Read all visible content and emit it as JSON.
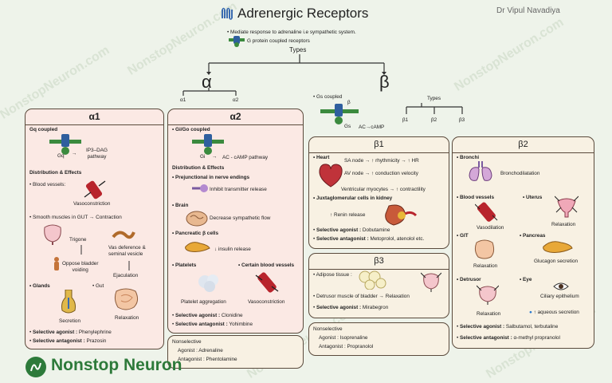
{
  "title": "Adrenergic Receptors",
  "author": "Dr Vipul Navadiya",
  "watermark": "NonstopNeuron.com",
  "brand": "Nonstop Neuron",
  "intro": [
    "Mediate response to adrenaline i.e sympathetic system.",
    "G protein coupled receptors"
  ],
  "types_label": "Types",
  "alpha": {
    "symbol": "α",
    "subtypes": [
      "α1",
      "α2"
    ]
  },
  "beta": {
    "symbol": "β",
    "coupling": "Gs coupled",
    "g_label": "Gs",
    "pathway": "AC→cAMP",
    "receptor_label": "β",
    "types_label": "Types",
    "subtypes": [
      "β1",
      "β2",
      "β3"
    ]
  },
  "alpha1": {
    "title": "α1",
    "coupling": "Gq coupled",
    "g_label": "Gq",
    "pathway": "IP3–DAG\npathway",
    "dist_heading": "Distribution & Effects",
    "blood_vessels": "Blood vessels:",
    "vasoconstriction": "Vasoconstriction",
    "smooth_muscle": "Smooth muscles in GUT",
    "contraction": "Contraction",
    "trigone": "Trigone",
    "vas_deferens": "Vas deference &\nseminal vesicle",
    "oppose_voiding": "Oppose bladder\nvoiding",
    "ejaculation": "Ejaculation",
    "glands": "Glands",
    "gut": "Gut",
    "secretion": "Secretion",
    "relaxation": "Relaxation",
    "agonist_label": "Selective agonist :",
    "agonist": "Phenylephrine",
    "antagonist_label": "Selective antagonist :",
    "antagonist": "Prazosin"
  },
  "alpha2": {
    "title": "α2",
    "coupling": "Gi/Go coupled",
    "g_label": "Gi",
    "pathway": "AC - cAMP pathway",
    "dist_heading": "Distribution & Effects",
    "prejunctional": "Prejunctional in nerve endings",
    "inhibit_release": "Inhibit transmitter release",
    "brain": "Brain",
    "decrease_flow": "Decrease sympathetic flow",
    "pancreatic": "Pancreatic β cells",
    "insulin": "↓ insulin release",
    "platelets": "Platelets",
    "certain_vessels": "Certain blood vessels",
    "platelet_aggregation": "Platelet aggregation",
    "vasoconstriction": "Vasoconstriction",
    "agonist_label": "Selective agonist :",
    "agonist": "Clonidine",
    "antagonist_label": "Selective antagonist :",
    "antagonist": "Yohimbine"
  },
  "nonselective_alpha": {
    "heading": "Nonselective",
    "agonist": "Agonist : Adrenaline",
    "antagonist": "Antagonist : Phentolamine"
  },
  "beta1": {
    "title": "β1",
    "heart": "Heart",
    "sa_node": "SA node → ↑ rhythmicity → ↑ HR",
    "av_node": "AV node → ↑ conduction velocity",
    "ventricular": "Ventricular myocytes → ↑ contractility",
    "juxta": "Juxtaglomerular cells in kidney",
    "renin": "↑ Renin release",
    "agonist_label": "Selective agonist :",
    "agonist": "Dobutamine",
    "antagonist_label": "Selective antagonist :",
    "antagonist": "Metoprolol, atenolol etc."
  },
  "beta3": {
    "title": "β3",
    "adipose": "Adipose tissue :",
    "detrusor": "Detrusor muscle of bladder",
    "relaxation": "Relaxation",
    "agonist_label": "Selective agonist :",
    "agonist": "Mirabegron"
  },
  "nonselective_beta": {
    "heading": "Nonselective",
    "agonist": "Agonist : Isoprenaline",
    "antagonist": "Antagonist : Propranolol"
  },
  "beta2": {
    "title": "β2",
    "bronchi": "Bronchi",
    "bronchodilatation": "Bronchodilatation",
    "blood_vessels": "Blood vessels",
    "uterus": "Uterus",
    "vasodilation": "Vasodilation",
    "relaxation": "Relaxation",
    "git": "GIT",
    "pancreas": "Pancreas",
    "glucagon": "Glucagon secretion",
    "detrusor": "Detrusor",
    "eye": "Eye",
    "ciliary": "Ciliary epithelium",
    "aqueous": "↑ aqueous secretion",
    "agonist_label": "Selective agonist :",
    "agonist": "Salbutamol, terbutaline",
    "antagonist_label": "Selective antagonist :",
    "antagonist": "α-methyl propranolol"
  },
  "colors": {
    "accent_green": "#2d7a3a",
    "line_brown": "#5a4a3c",
    "alpha_box": "#fbe9e4",
    "beta_box": "#f8f1e3",
    "vessel_red": "#b8242c"
  }
}
